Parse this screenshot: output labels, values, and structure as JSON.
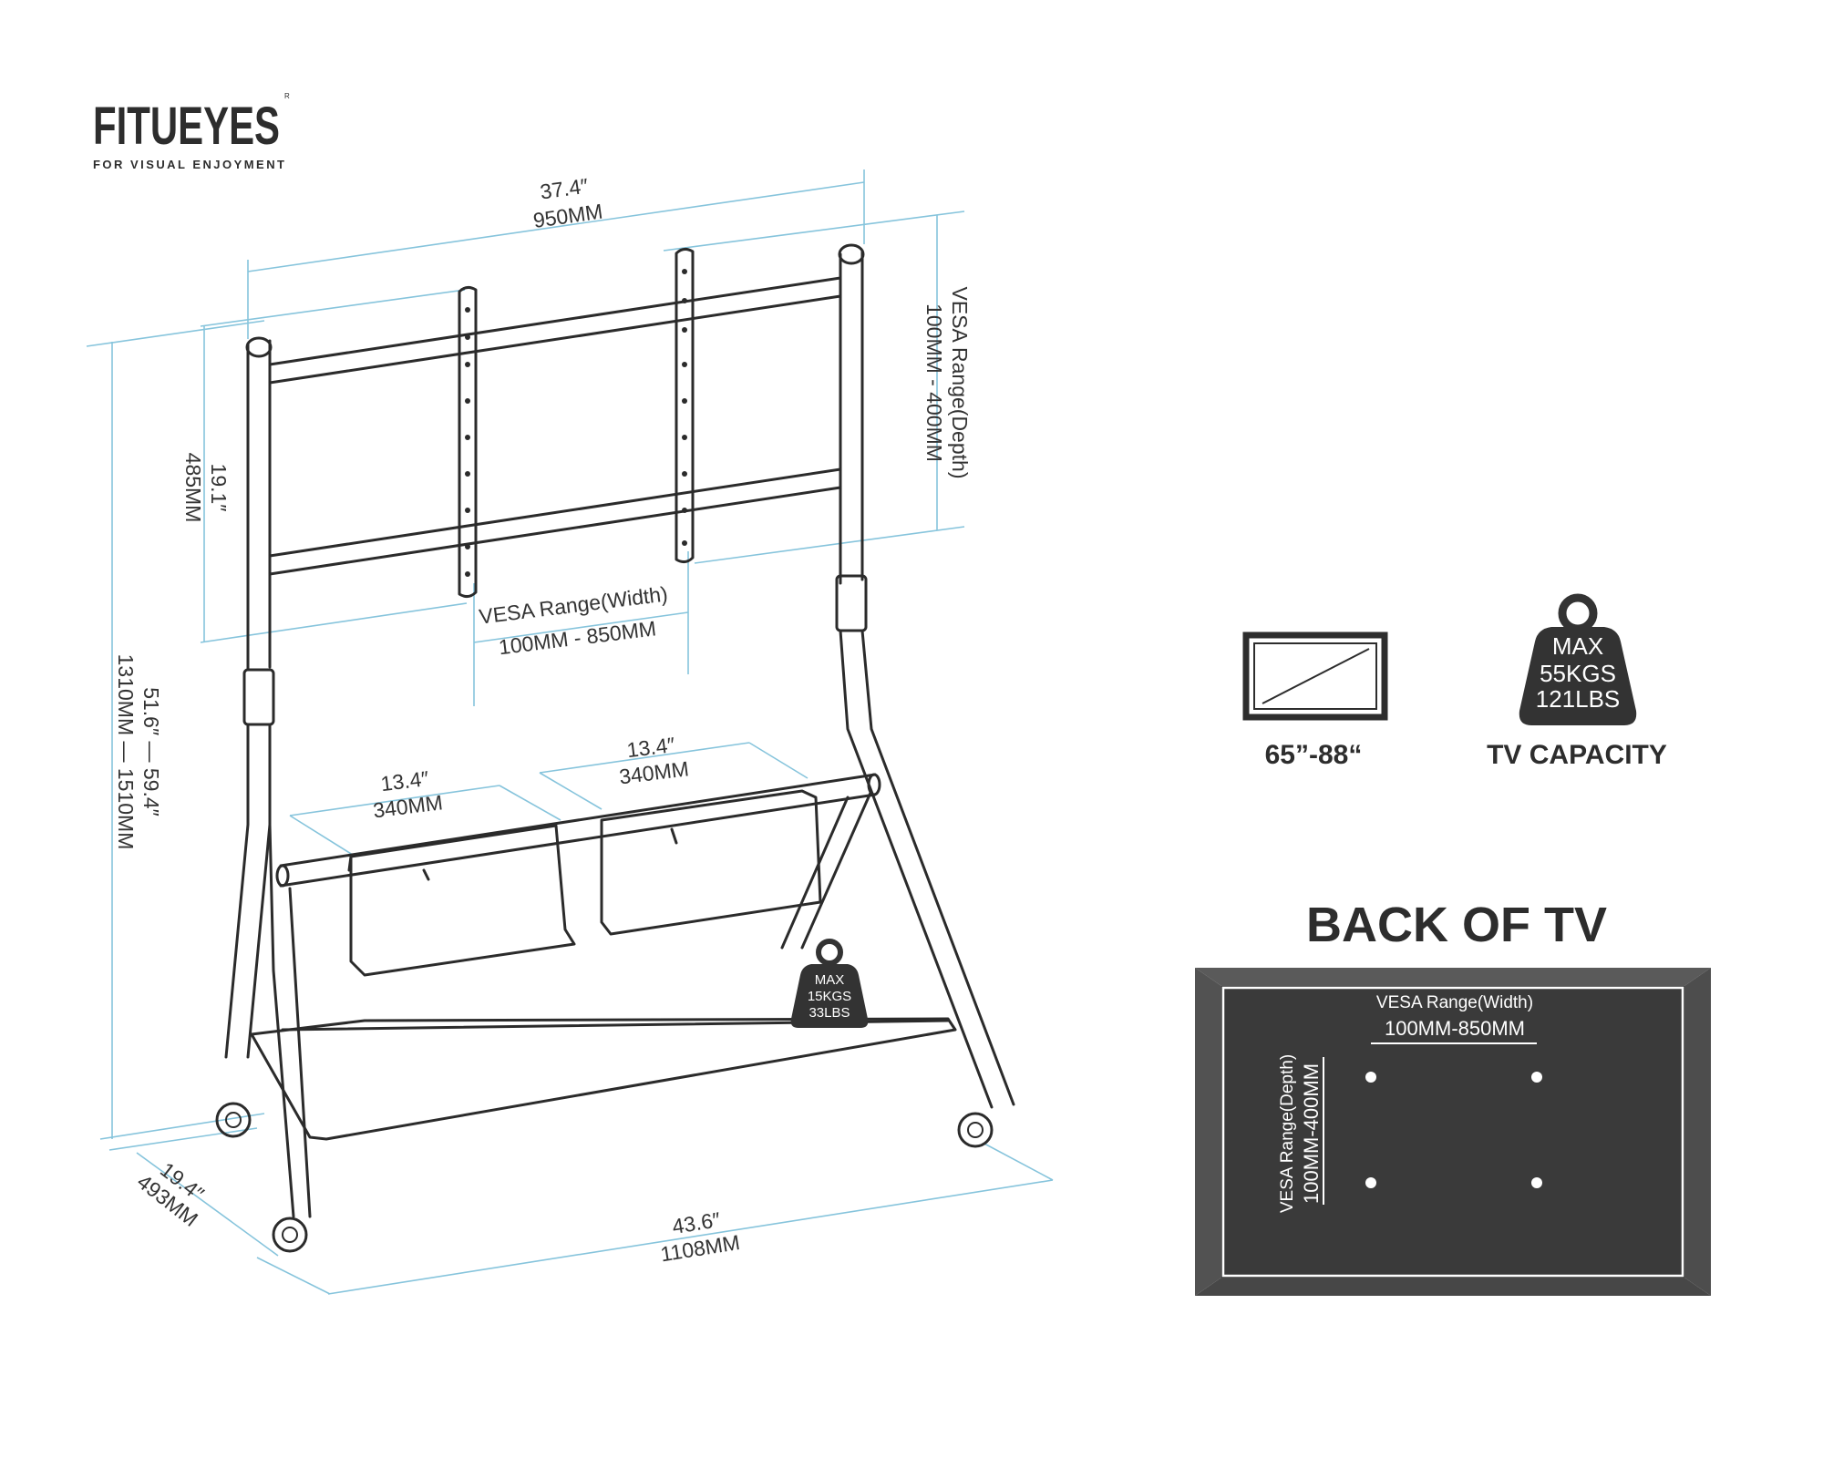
{
  "brand": {
    "name_part1": "FITU",
    "name_part2": "EYES",
    "registered": "R",
    "tagline": "FOR VISUAL ENJOYMENT"
  },
  "dimensions": {
    "top_width_in": "37.4″",
    "top_width_mm": "950MM",
    "vesa_depth_title": "VESA Range(Depth)",
    "vesa_depth_value": "100MM - 400MM",
    "frame_height_in": "19.1″",
    "frame_height_mm": "485MM",
    "vesa_width_title": "VESA Range(Width)",
    "vesa_width_value": "100MM - 850MM",
    "total_height_in": "51.6″  —  59.4″",
    "total_height_mm": "1310MM  —  1510MM",
    "basket_left_in": "13.4″",
    "basket_left_mm": "340MM",
    "basket_right_in": "13.4″",
    "basket_right_mm": "340MM",
    "base_depth_in": "19.4″",
    "base_depth_mm": "493MM",
    "base_width_in": "43.6″",
    "base_width_mm": "1108MM"
  },
  "shelf_weight": {
    "line1": "MAX",
    "line2": "15KGS",
    "line3": "33LBS"
  },
  "tv_size": {
    "label": "65”-88“"
  },
  "tv_capacity": {
    "line1": "MAX",
    "line2": "55KGS",
    "line3": "121LBS",
    "label": "TV CAPACITY"
  },
  "back_of_tv": {
    "title": "BACK OF TV",
    "width_title": "VESA Range(Width)",
    "width_value": "100MM-850MM",
    "depth_title": "VESA Range(Depth)",
    "depth_value": "100MM-400MM"
  },
  "colors": {
    "ink": "#2b2b2b",
    "dimension_line": "#86c4dc",
    "panel_dark": "#3a3a3a",
    "weight_badge": "#333333"
  }
}
